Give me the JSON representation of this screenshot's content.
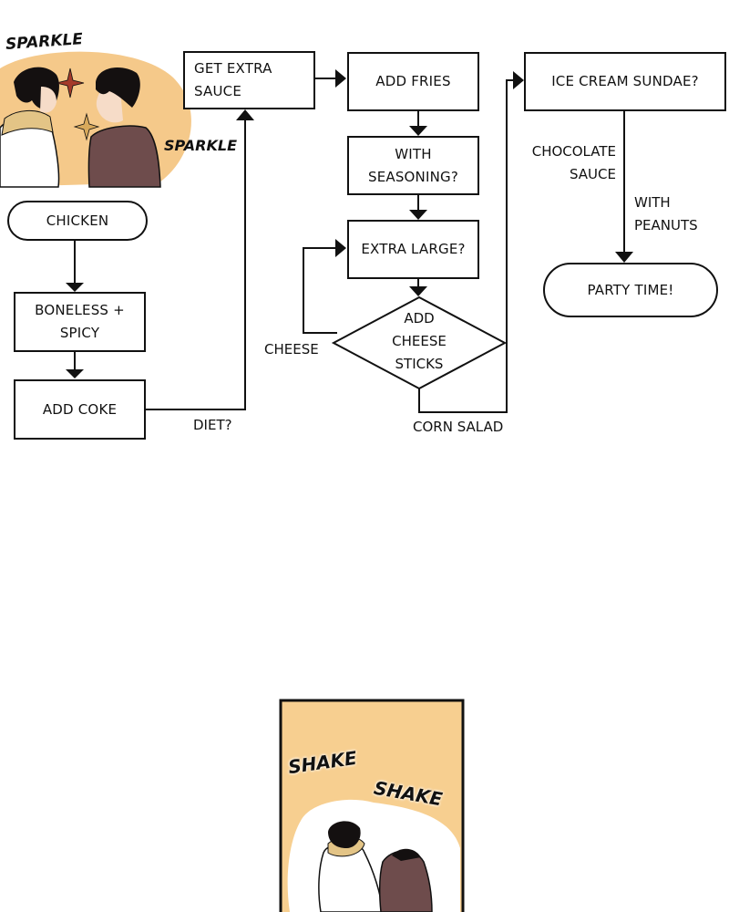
{
  "art_top": {
    "sfx_1": "SPARKLE",
    "sfx_2": "SPARKLE",
    "colors": {
      "background": "#f5c98a",
      "shirt_left": "#ffffff",
      "collar": "#e3c486",
      "shirt_right": "#6e4c4c",
      "hair": "#141010",
      "sparkle": "#a53a2a"
    }
  },
  "flowchart": {
    "nodes": {
      "chicken": "CHICKEN",
      "boneless": [
        "BONELESS +",
        "SPICY"
      ],
      "add_coke": "ADD COKE",
      "get_extra_sauce": [
        "GET EXTRA",
        "SAUCE"
      ],
      "add_fries": "ADD FRIES",
      "with_seasoning": [
        "WITH",
        "SEASONING?"
      ],
      "extra_large": "EXTRA LARGE?",
      "add_cheese_sticks": [
        "ADD",
        "CHEESE",
        "STICKS"
      ],
      "ice_cream_sundae": "ICE CREAM SUNDAE?",
      "party_time": "PARTY TIME!"
    },
    "edge_labels": {
      "diet": "DIET?",
      "cheese": "CHEESE",
      "corn_salad": "CORN SALAD",
      "chocolate_sauce": [
        "CHOCOLATE",
        "SAUCE"
      ],
      "with_peanuts": [
        "WITH",
        "PEANUTS"
      ]
    }
  },
  "art_bottom": {
    "sfx_1": "SHAKE",
    "sfx_2": "SHAKE",
    "colors": {
      "background": "#f7cf90",
      "glow": "#ffffff",
      "shirt_right": "#6e4c4c"
    }
  }
}
